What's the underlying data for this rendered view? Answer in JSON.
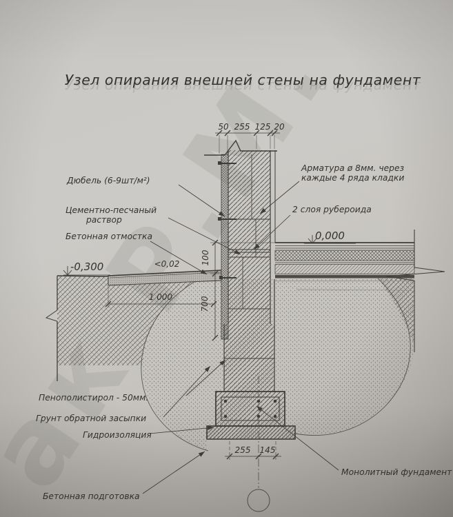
{
  "page": {
    "watermark": "ак Р.М."
  },
  "title": "Узел опирания внешней стены на фундамент",
  "drawing": {
    "elevations": {
      "floor": "0,000",
      "grade": "-0,300"
    },
    "slope": "<0,02",
    "dimensions": {
      "top": [
        "50",
        "255",
        "125",
        "20"
      ],
      "bottom": [
        "255",
        "145"
      ],
      "apron_width": "1 000",
      "v_upper": "100",
      "v_lower": "700"
    },
    "callouts": {
      "dowel": "Дюбель (6-9шт/м²)",
      "mortar_1": "Цементно-песчаный",
      "mortar_2": "раствор",
      "apron": "Бетонная отмостка",
      "rebar_1": "Арматура ø 8мм. через",
      "rebar_2": "каждые 4 ряда кладки",
      "ruberoid": "2 слоя рубероида",
      "foam": "Пенополистирол - 50мм.",
      "backfill": "Грунт обратной засыпки",
      "waterproofing": "Гидроизоляция",
      "base_prep": "Бетонная подготовка",
      "foundation": "Монолитный фундамент"
    }
  }
}
